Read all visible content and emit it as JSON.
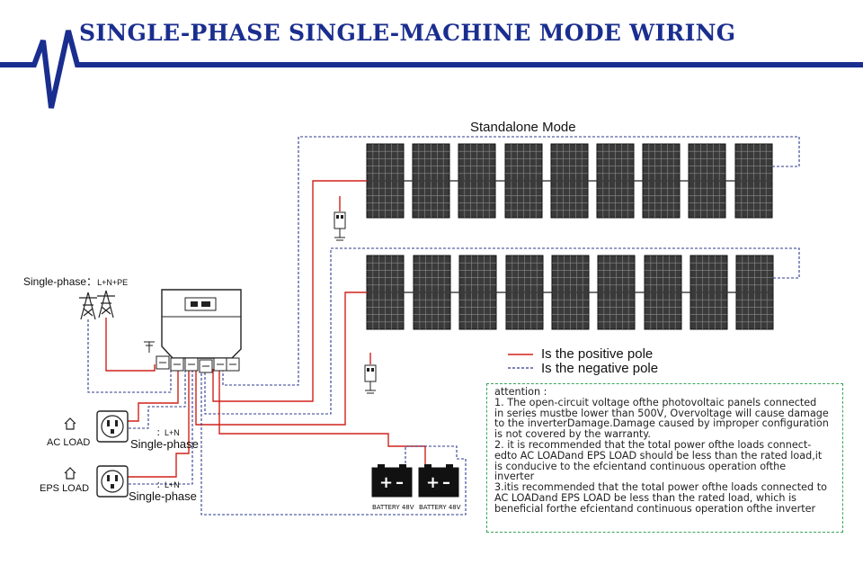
{
  "title": "SINGLE-PHASE SINGLE-MACHINE MODE WIRING",
  "mode_label": "Standalone Mode",
  "grid": {
    "label": "Single-phase：",
    "spec": "L+N+PE"
  },
  "ac_load": {
    "label": "AC LOAD",
    "terminals": "：L+N",
    "phase": "Single-phase"
  },
  "eps_load": {
    "label": "EPS LOAD",
    "terminals": "：L+N",
    "phase": "Single-phase"
  },
  "batteries": [
    "BATTERY 48V",
    "BATTERY 48V"
  ],
  "legend": {
    "positive": "Is the positive pole",
    "negative": "Is the negative pole",
    "positive_color": "#d0221b",
    "negative_color": "#2d3b8f"
  },
  "attention": {
    "heading": "attention :",
    "lines": [
      "1. The open-circuit voltage ofthe photovoltaic panels connected",
      "in series mustbe lower than 500V, Overvoltage will cause damage",
      "to the inverterDamage.Damage caused by improper configuration",
      "is not covered by the warranty.",
      "2. it is recommended that the total power ofthe loads connect-",
      "edto AC LOADand EPS LOAD should be less than the rated load,it",
      "is conducive to the efcientand continuous operation ofthe",
      "inverter",
      "3.itis recommended that the total power ofthe loads connected to",
      "AC LOADand EPS LOAD be less than the rated load, which is",
      "beneficial forthe efcientand continuous operation ofthe inverter"
    ]
  },
  "colors": {
    "title": "#1a2e8f",
    "brand_blue": "#1a2e8f",
    "attention_border": "#3aa55a",
    "panel": "#2a2a2a"
  }
}
